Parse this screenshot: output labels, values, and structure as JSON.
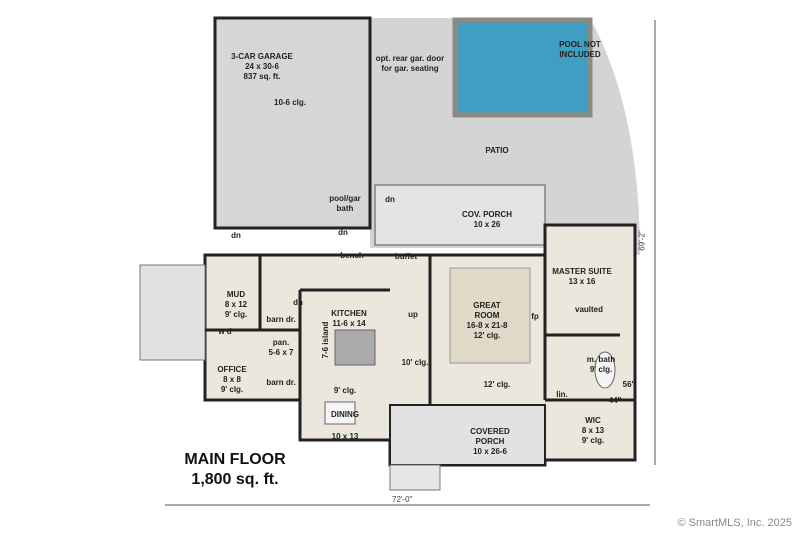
{
  "plan": {
    "title": "MAIN FLOOR",
    "area": "1,800 sq. ft.",
    "width_dim": "72'-0\"",
    "depth_dim": "69'-2\"",
    "copyright": "© SmartMLS, Inc.  2025",
    "colors": {
      "pool": "#3f9fc2",
      "patio": "#d4d4d6",
      "floor": "#ece7dc",
      "wall": "#222222"
    },
    "rooms": [
      {
        "id": "garage",
        "lines": [
          "3-CAR GARAGE",
          "24 x 30-6",
          "837 sq. ft."
        ]
      },
      {
        "id": "garage-clg",
        "lines": [
          "10-6 clg."
        ]
      },
      {
        "id": "rear-door",
        "lines": [
          "opt. rear gar. door",
          "for gar. seating"
        ]
      },
      {
        "id": "pool",
        "lines": [
          "POOL NOT",
          "INCLUDED"
        ]
      },
      {
        "id": "patio",
        "lines": [
          "PATIO"
        ]
      },
      {
        "id": "pool-bath",
        "lines": [
          "pool/gar",
          "bath"
        ]
      },
      {
        "id": "cov-porch",
        "lines": [
          "COV. PORCH",
          "10 x 26"
        ]
      },
      {
        "id": "dn1",
        "lines": [
          "dn"
        ]
      },
      {
        "id": "dn2",
        "lines": [
          "dn"
        ]
      },
      {
        "id": "dn3",
        "lines": [
          "dn"
        ]
      },
      {
        "id": "dn4",
        "lines": [
          "dn"
        ]
      },
      {
        "id": "bench",
        "lines": [
          "bench"
        ]
      },
      {
        "id": "buffet",
        "lines": [
          "buffet"
        ]
      },
      {
        "id": "mud",
        "lines": [
          "MUD",
          "8 x 12",
          "9' clg."
        ]
      },
      {
        "id": "wd",
        "lines": [
          "w   d"
        ]
      },
      {
        "id": "barn1",
        "lines": [
          "barn dr."
        ]
      },
      {
        "id": "barn2",
        "lines": [
          "barn dr."
        ]
      },
      {
        "id": "pantry",
        "lines": [
          "pan.",
          "5-6 x 7"
        ]
      },
      {
        "id": "office",
        "lines": [
          "OFFICE",
          "8 x 8",
          "9' clg."
        ]
      },
      {
        "id": "kitchen",
        "lines": [
          "KITCHEN",
          "11-6 x 14"
        ]
      },
      {
        "id": "island",
        "lines": [
          "7-6 island"
        ]
      },
      {
        "id": "kit-clg",
        "lines": [
          "9' clg."
        ]
      },
      {
        "id": "up",
        "lines": [
          "up"
        ]
      },
      {
        "id": "ten-clg",
        "lines": [
          "10' clg."
        ]
      },
      {
        "id": "dining",
        "lines": [
          "DINING"
        ]
      },
      {
        "id": "dining-size",
        "lines": [
          "10 x 13"
        ]
      },
      {
        "id": "great",
        "lines": [
          "GREAT",
          "ROOM",
          "16-8 x 21-8",
          "12' clg."
        ]
      },
      {
        "id": "fp",
        "lines": [
          "fp"
        ]
      },
      {
        "id": "twelve-clg",
        "lines": [
          "12' clg."
        ]
      },
      {
        "id": "porch",
        "lines": [
          "COVERED",
          "PORCH",
          "10 x 26-6"
        ]
      },
      {
        "id": "master",
        "lines": [
          "MASTER SUITE",
          "13 x 16"
        ]
      },
      {
        "id": "vaulted",
        "lines": [
          "vaulted"
        ]
      },
      {
        "id": "mbath",
        "lines": [
          "m. bath",
          "9' clg."
        ]
      },
      {
        "id": "lin",
        "lines": [
          "lin."
        ]
      },
      {
        "id": "shower-w",
        "lines": [
          "44\""
        ]
      },
      {
        "id": "shower-d",
        "lines": [
          "56\""
        ]
      },
      {
        "id": "wic",
        "lines": [
          "WIC",
          "8 x 13",
          "9' clg."
        ]
      }
    ]
  }
}
